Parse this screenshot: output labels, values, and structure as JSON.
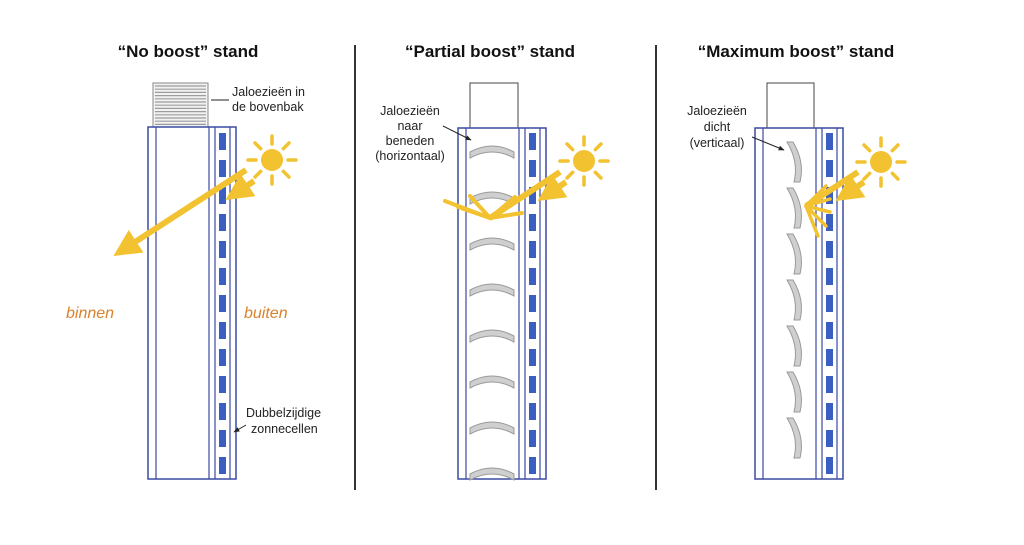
{
  "colors": {
    "frame": "#3b4aa3",
    "cell": "#3a5fc0",
    "sun": "#f2c230",
    "slat": "#cfcfcf",
    "slat_stroke": "#9a9a9a",
    "divider": "#333333",
    "side_label": "#d9822b"
  },
  "panels": [
    {
      "title": "“No boost” stand",
      "mode": "no-boost",
      "annotations": {
        "blinds_top": [
          "Jaloezieën in",
          "de bovenbak"
        ],
        "cells": [
          "Dubbelzijdige",
          "zonnecellen"
        ]
      },
      "side_labels": {
        "inside": "binnen",
        "outside": "buiten"
      }
    },
    {
      "title": "“Partial boost” stand",
      "mode": "partial-boost",
      "annotations": {
        "blinds": [
          "Jaloezieën",
          "naar",
          "beneden",
          "(horizontaal)"
        ]
      }
    },
    {
      "title": "“Maximum boost” stand",
      "mode": "maximum-boost",
      "annotations": {
        "blinds": [
          "Jaloezieën",
          "dicht",
          "(verticaal)"
        ]
      }
    }
  ]
}
